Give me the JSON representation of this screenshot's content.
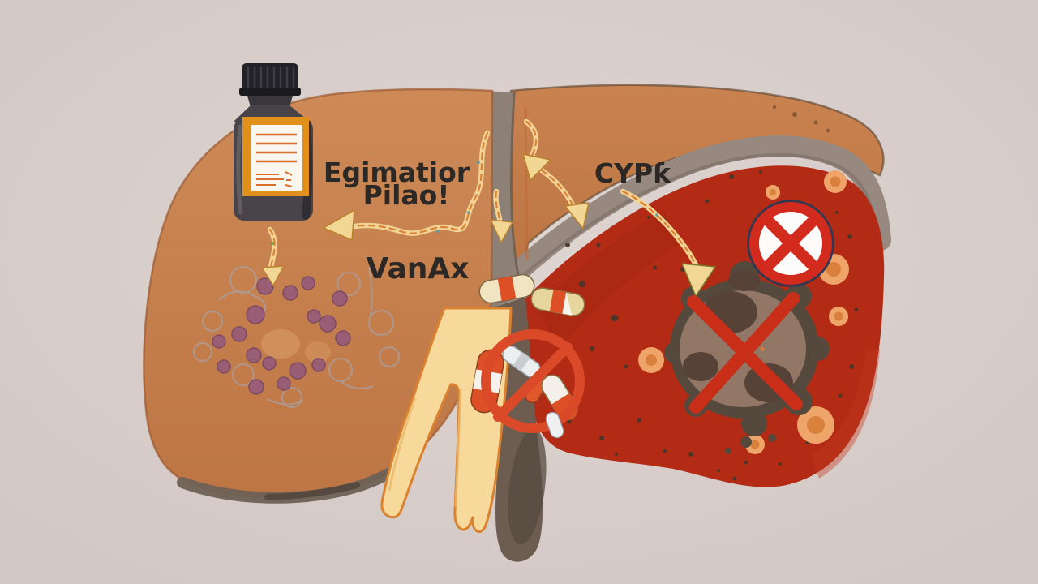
{
  "scene": {
    "type": "medical-illustration",
    "subject": "liver drug metabolism interaction",
    "background_color": "#d8cdc9",
    "labels": {
      "inducer_line1": "Egimatior",
      "inducer_line2": "Pilao!",
      "drug_name": "VanAx",
      "enzyme": "CYPƙ"
    },
    "icons": [
      {
        "name": "medicine-bottle-icon",
        "description": "dark pill bottle with ribbed cap and orange label"
      },
      {
        "name": "prohibition-x-badge",
        "description": "white circle with red ring and red X"
      },
      {
        "name": "no-pills-sign",
        "description": "red-orange prohibition circle with slash over capsules"
      },
      {
        "name": "lesion-x-mark",
        "description": "red X over brown necrotic lesion"
      },
      {
        "name": "flow-arrow",
        "description": "hand-drawn cream/orange squiggly arrows"
      },
      {
        "name": "capsule-pill",
        "description": "cream and orange-white capsules"
      }
    ],
    "colors": {
      "healthy_lobe_orange": "#c8824f",
      "diseased_area_red": "#b32b15",
      "lesion_brown": "#937766",
      "lesion_dark": "#574237",
      "liver_capsule_gray": "#97897f",
      "fissure_gray": "#8d8177",
      "shadow_dark": "#6d5d51",
      "vessel_cream": "#f7d99c",
      "vessel_outline": "#d9822f",
      "pill_orange": "#dd5026",
      "pill_cream": "#f0e5c0",
      "prohibition_red": "#d32a1e",
      "no_pills_ring": "#da4a28",
      "arrow_cream": "#f1d395",
      "arrow_orange": "#dd8136",
      "bottle_body": "#484449",
      "bottle_cap": "#232227",
      "bottle_label_orange": "#e2901c",
      "bottle_label_white": "#fbf7ef",
      "cell_purple": "#9a5d76",
      "cell_donut_orange": "#efa56a",
      "text_color": "#2c2826"
    }
  }
}
